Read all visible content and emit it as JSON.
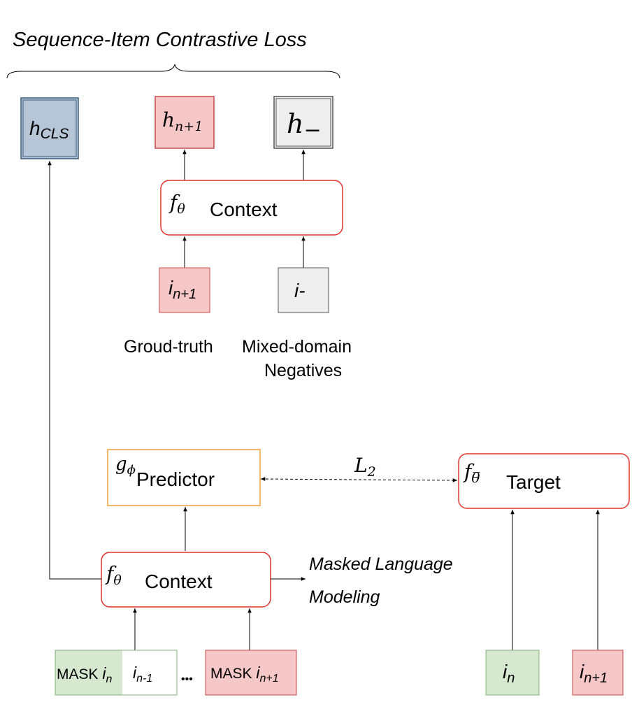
{
  "title": "Sequence-Item Contrastive Loss",
  "top_boxes": {
    "h_cls": {
      "base": "h",
      "sub": "CLS"
    },
    "h_next": {
      "base": "h",
      "sub": "n+1"
    },
    "h_neg": {
      "base": "h",
      "sub": "−"
    }
  },
  "context_top": {
    "symbol": "f",
    "sub": "θ",
    "label": "Context"
  },
  "items_top": {
    "i_next": {
      "base": "i",
      "sub": "n+1"
    },
    "i_neg": {
      "text": "i-"
    }
  },
  "captions": {
    "ground_truth": "Groud-truth",
    "mixed_line1": "Mixed-domain",
    "mixed_line2": "Negatives"
  },
  "predictor": {
    "symbol": "g",
    "sub": "ϕ",
    "label": "Predictor"
  },
  "target": {
    "symbol": "f",
    "sub": "θ̅",
    "label": "Target"
  },
  "l2": {
    "base": "L",
    "sub": "2"
  },
  "context_bottom": {
    "symbol": "f",
    "sub": "θ",
    "label": "Context"
  },
  "mlm": {
    "line1": "Masked Language",
    "line2": "Modeling"
  },
  "inputs": {
    "mask_in": {
      "prefix": "MASK ",
      "base": "i",
      "sub": "n"
    },
    "i_prev": {
      "base": "i",
      "sub": "n-1"
    },
    "ellipsis": "•••",
    "mask_next": {
      "prefix": "MASK ",
      "base": "i",
      "sub": "n+1"
    },
    "target_in": {
      "base": "i",
      "sub": "n"
    },
    "target_next": {
      "base": "i",
      "sub": "n+1"
    }
  },
  "colors": {
    "cls_fill": "#b6c6d6",
    "cls_stroke": "#3c5f7f",
    "pink_fill": "#f6c7c7",
    "pink_stroke": "#c94a4a",
    "grey_fill": "#eeeeee",
    "grey_stroke": "#555555",
    "green_fill": "#d6e8cf",
    "green_stroke": "#84b27a",
    "context_stroke": "#e0342c",
    "predictor_stroke": "#f0a037"
  }
}
